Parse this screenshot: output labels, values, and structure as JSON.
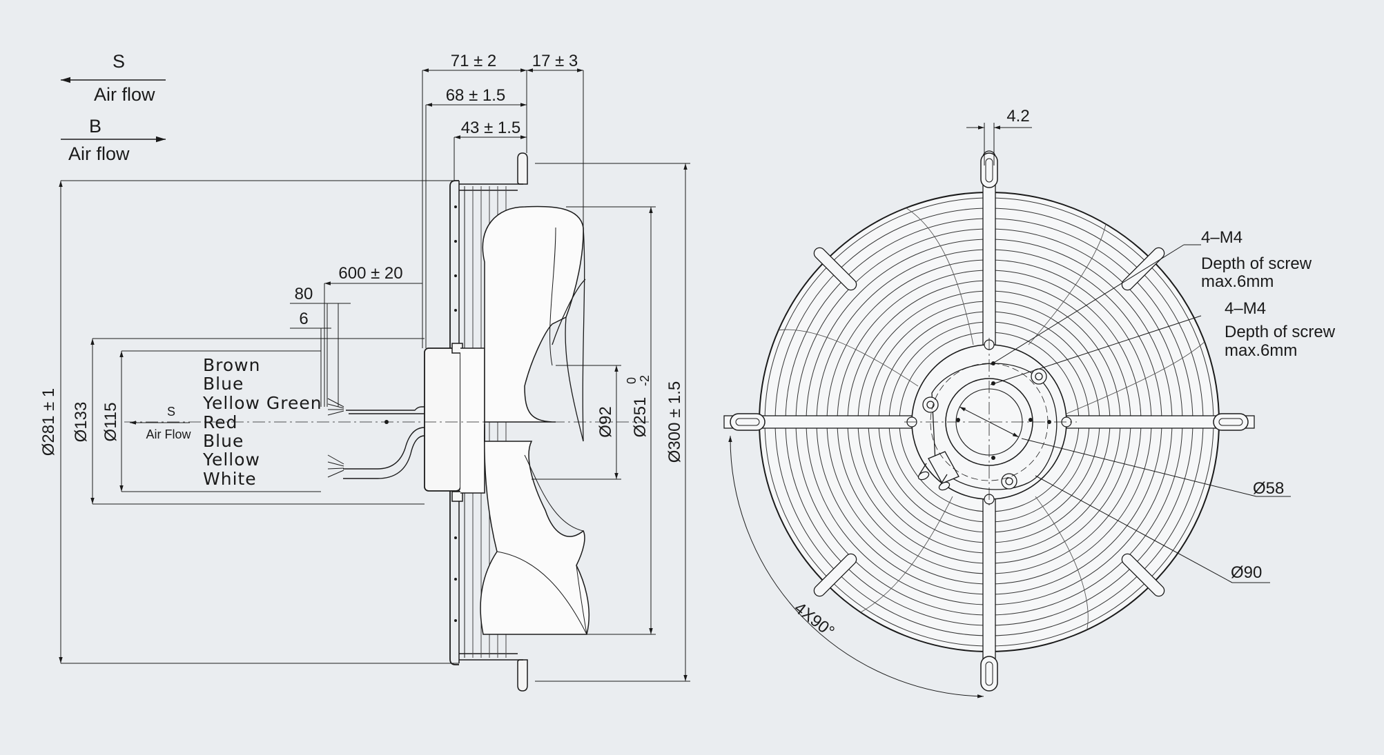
{
  "airflow": {
    "s_label": "S",
    "s_text": "Air flow",
    "b_label": "B",
    "b_text": "Air flow"
  },
  "side_view": {
    "dims": {
      "d71": "71 ± 2",
      "d17": "17 ± 3",
      "d68": "68 ± 1.5",
      "d43": "43 ± 1.5",
      "d600": "600 ± 20",
      "d80": "80",
      "d6": "6",
      "dia281": "Ø281 ± 1",
      "dia133": "Ø133",
      "dia115": "Ø115",
      "dia92": "Ø92",
      "dia251": "Ø251",
      "dia251_tol_upper": "0",
      "dia251_tol_lower": "-2",
      "dia300": "Ø300 ± 1.5"
    },
    "wires": [
      "Brown",
      "Blue",
      "Yellow Green",
      "Red",
      "Blue",
      "Yellow",
      "White"
    ],
    "inner_airflow": {
      "label": "S",
      "text": "Air Flow"
    }
  },
  "front_view": {
    "d42": "4.2",
    "screw1": {
      "title": "4–M4",
      "line1": "Depth of screw",
      "line2": "max.6mm"
    },
    "screw2": {
      "title": "4–M4",
      "line1": "Depth of screw",
      "line2": "max.6mm"
    },
    "dia58": "Ø58",
    "dia90": "Ø90",
    "angle": "4X90°"
  }
}
